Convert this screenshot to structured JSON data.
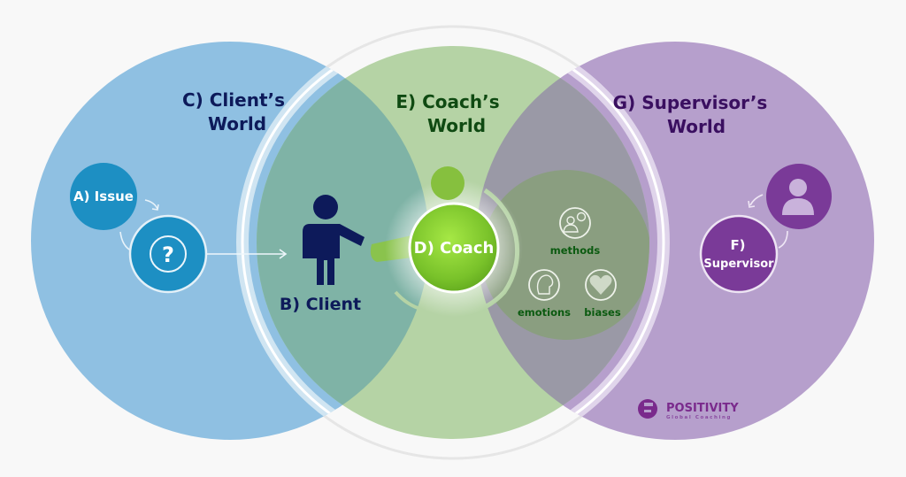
{
  "diagram": {
    "worlds": {
      "client": {
        "line1": "C) Client’s",
        "line2": "World",
        "color": "#8fc0e2"
      },
      "coach": {
        "line1": "E) Coach’s",
        "line2": "World",
        "color": "#b5d3a5"
      },
      "supervisor": {
        "line1": "G) Supervisor’s",
        "line2": "World",
        "color": "#b69fcc"
      }
    },
    "nodes": {
      "issue": {
        "label": "A) Issue",
        "color": "#1d8fc3"
      },
      "question": {
        "icon": "question-mark-icon",
        "glyph": "?",
        "color": "#1d8fc3"
      },
      "client": {
        "label": "B) Client",
        "icon": "person-icon",
        "color": "#0d1a5a"
      },
      "coach": {
        "label": "D) Coach",
        "icon": "person-icon",
        "color": "#7bc52e"
      },
      "supervisor": {
        "line1": "F)",
        "line2": "Supervisor",
        "color": "#7a3a98"
      },
      "supervisor_person": {
        "icon": "person-icon",
        "color": "#7a3a98"
      }
    },
    "coach_factors": [
      {
        "label": "methods",
        "icon": "teaching-icon"
      },
      {
        "label": "emotions",
        "icon": "head-profile-icon"
      },
      {
        "label": "biases",
        "icon": "heart-icon"
      }
    ],
    "logo": {
      "name": "POSITIVITY",
      "tagline": "Global Coaching",
      "color": "#7a2a8c"
    }
  }
}
